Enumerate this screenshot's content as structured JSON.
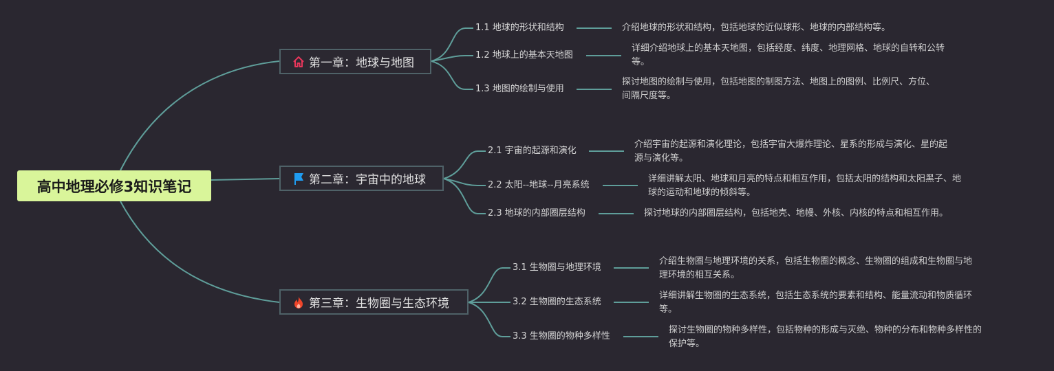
{
  "root": {
    "title": "高中地理必修3知识笔记"
  },
  "chapters": [
    {
      "title": "第一章：地球与地图",
      "icon": "house-icon",
      "icon_color": "#e8365b",
      "topics": [
        {
          "label": "1.1 地球的形状和结构",
          "desc": "介绍地球的形状和结构，包括地球的近似球形、地球的内部结构等。"
        },
        {
          "label": "1.2 地球上的基本天地图",
          "desc": "详细介绍地球上的基本天地图，包括经度、纬度、地理网格、地球的自转和公转\n等。"
        },
        {
          "label": "1.3 地图的绘制与使用",
          "desc": "探讨地图的绘制与使用，包括地图的制图方法、地图上的图例、比例尺、方位、\n间隔尺度等。"
        }
      ]
    },
    {
      "title": "第二章：宇宙中的地球",
      "icon": "flag-icon",
      "icon_color": "#1f9cf0",
      "topics": [
        {
          "label": "2.1 宇宙的起源和演化",
          "desc": "介绍宇宙的起源和演化理论，包括宇宙大爆炸理论、星系的形成与演化、星的起\n源与演化等。"
        },
        {
          "label": "2.2 太阳--地球--月亮系统",
          "desc": "详细讲解太阳、地球和月亮的特点和相互作用，包括太阳的结构和太阳黑子、地\n球的运动和地球的倾斜等。"
        },
        {
          "label": "2.3 地球的内部圈层结构",
          "desc": "探讨地球的内部圈层结构，包括地壳、地幔、外核、内核的特点和相互作用。"
        }
      ]
    },
    {
      "title": "第三章：生物圈与生态环境",
      "icon": "fire-icon",
      "icon_color": "#f0452a",
      "topics": [
        {
          "label": "3.1 生物圈与地理环境",
          "desc": "介绍生物圈与地理环境的关系，包括生物圈的概念、生物圈的组成和生物圈与地\n理环境的相互关系。"
        },
        {
          "label": "3.2 生物圈的生态系统",
          "desc": "详细讲解生物圈的生态系统，包括生态系统的要素和结构、能量流动和物质循环\n等。"
        },
        {
          "label": "3.3 生物圈的物种多样性",
          "desc": "探讨生物圈的物种多样性，包括物种的形成与灭绝、物种的分布和物种多样性的\n保护等。"
        }
      ]
    }
  ],
  "colors": {
    "background": "#2a2730",
    "link": "#5f9e9a",
    "root_fill": "#d9f59a",
    "chapter_border": "#4f6268"
  }
}
